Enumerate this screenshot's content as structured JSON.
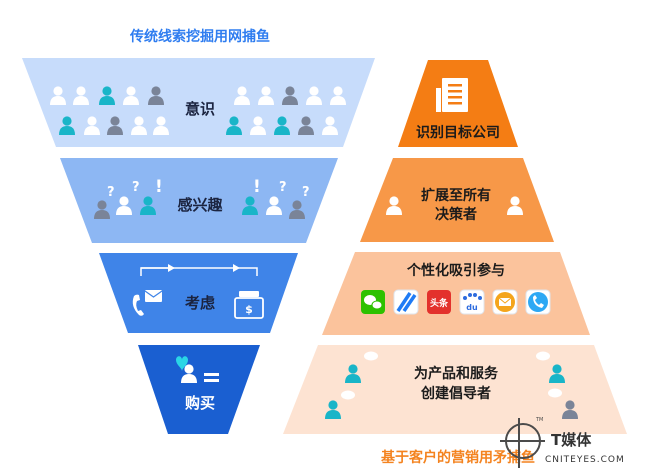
{
  "left_funnel": {
    "title": "传统线索挖掘用网捕鱼",
    "stages": [
      {
        "label": "意识"
      },
      {
        "label": "感兴趣"
      },
      {
        "label": "考虑"
      },
      {
        "label": "购买"
      }
    ],
    "marks": {
      "question": "?",
      "exclaim": "!",
      "currency": "$"
    }
  },
  "right_pyramid": {
    "title": "基于客户的营销用矛捕鱼",
    "stages": [
      {
        "label": "识别目标公司"
      },
      {
        "label_line1": "扩展至所有",
        "label_line2": "决策者"
      },
      {
        "label": "个性化吸引参与"
      },
      {
        "label_line1": "为产品和服务",
        "label_line2": "创建倡导者"
      }
    ],
    "channel_icons": [
      {
        "icon": "wechat-icon",
        "color": "#2dc100"
      },
      {
        "icon": "zhihu-stripes-icon",
        "color": "#1f7bf5"
      },
      {
        "icon": "toutiao-icon",
        "color": "#e3312c",
        "text": "头条"
      },
      {
        "icon": "baidu-icon",
        "color": "#2d6cdf",
        "text": "du"
      },
      {
        "icon": "email-icon",
        "color": "#f4a51c"
      },
      {
        "icon": "phone-icon",
        "color": "#2da8f4"
      }
    ]
  },
  "watermark": {
    "brand": "T媒体",
    "sub": "CNITEYES.COM",
    "tm": "TM"
  },
  "colors": {
    "left_1": "#c7dcfb",
    "left_2": "#8db7f3",
    "left_3": "#3f84e8",
    "left_4": "#1a5fd1",
    "right_1": "#f47d14",
    "right_2": "#f79848",
    "right_3": "#fbc39c",
    "right_4": "#fde3d2",
    "title_blue": "#2f7df0",
    "title_orange": "#f4831f",
    "person_gray": "#7a8498",
    "person_teal": "#19b5c8",
    "person_white": "#ffffff"
  }
}
